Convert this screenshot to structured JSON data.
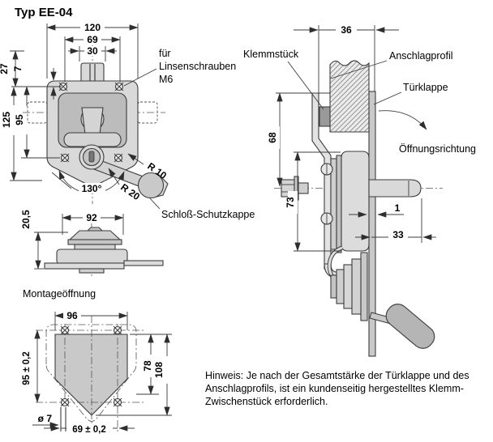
{
  "title": "Typ EE-04",
  "front_view": {
    "dim_width_overall": "120",
    "dim_screw_spacing_h": "69",
    "dim_neck_width": "30",
    "dim_top_offset": "27",
    "dim_edge_offset": "7",
    "dim_height_overall": "125",
    "dim_screw_spacing_v": "95",
    "dim_radius_small": "R 10",
    "dim_radius_large": "R 20",
    "dim_angle": "130°",
    "label_screws_1": "für",
    "label_screws_2": "Linsenschrauben",
    "label_screws_3": "M6",
    "label_cap": "Schloß-Schutzkappe"
  },
  "side_view": {
    "dim_width": "92",
    "dim_height": "20,5",
    "label": "Montageöffnung"
  },
  "cutout_view": {
    "dim_width_top": "96",
    "dim_height_tol": "95 ± 0,2",
    "dim_inner_height": "78",
    "dim_outer_height": "108",
    "dim_hole_dia": "ø 7",
    "dim_width_bottom": "69 ± 0,2"
  },
  "section_view": {
    "dim_profile_depth": "36",
    "dim_top_to_axis": "68",
    "dim_body_height": "73",
    "dim_gap": "1",
    "dim_shaft_protrusion": "33",
    "label_clamp": "Klemmstück",
    "label_profile": "Anschlagprofil",
    "label_door": "Türklappe",
    "label_direction": "Öffnungsrichtung"
  },
  "note": {
    "line1": "Hinweis: Je nach der Gesamtstärke der Türklappe und des",
    "line2": "Anschlagprofils, ist ein kundenseitig hergestelltes Klemm-",
    "line3": "Zwischenstück erforderlich."
  },
  "colors": {
    "background": "#ffffff",
    "line": "#3c3c3c",
    "fill_light": "#d9d9d9",
    "fill_mid": "#bcbcbc",
    "fill_dark": "#999999",
    "hatch": "#8a8a8a"
  }
}
